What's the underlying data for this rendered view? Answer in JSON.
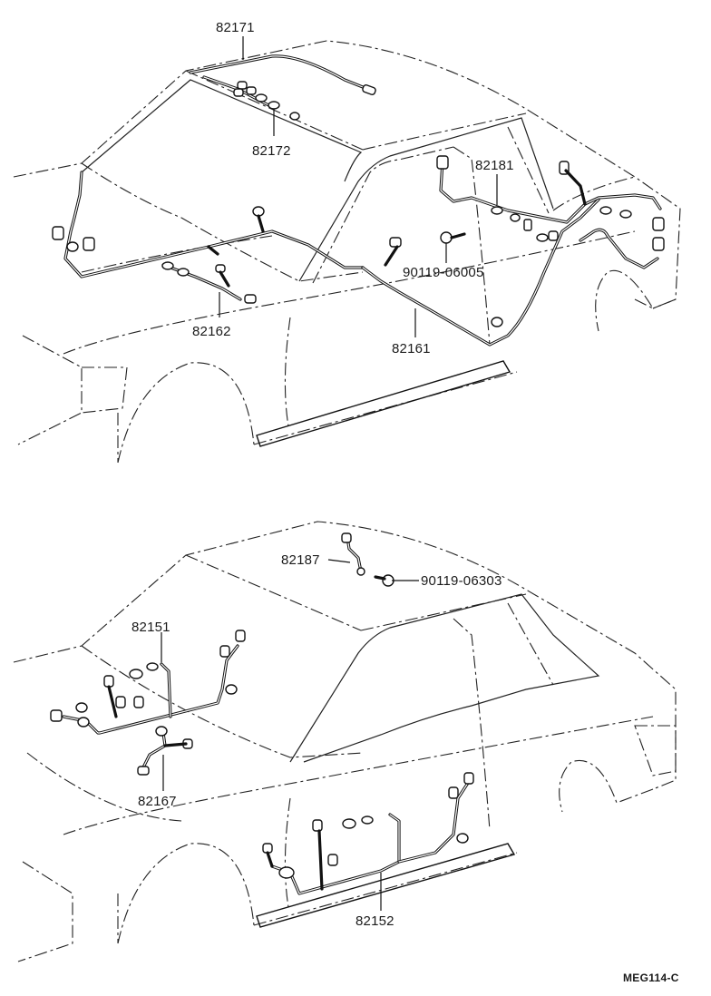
{
  "figure_code": "MEG114-C",
  "top_view": {
    "parts": [
      {
        "id": "p82171",
        "number": "82171"
      },
      {
        "id": "p82172",
        "number": "82172"
      },
      {
        "id": "p82181",
        "number": "82181"
      },
      {
        "id": "p90119a",
        "number": "90119-06005"
      },
      {
        "id": "p82162",
        "number": "82162"
      },
      {
        "id": "p82161",
        "number": "82161"
      }
    ]
  },
  "bottom_view": {
    "parts": [
      {
        "id": "p82187",
        "number": "82187"
      },
      {
        "id": "p90119b",
        "number": "90119-06303"
      },
      {
        "id": "p82151",
        "number": "82151"
      },
      {
        "id": "p82167",
        "number": "82167"
      },
      {
        "id": "p82152",
        "number": "82152"
      }
    ]
  }
}
